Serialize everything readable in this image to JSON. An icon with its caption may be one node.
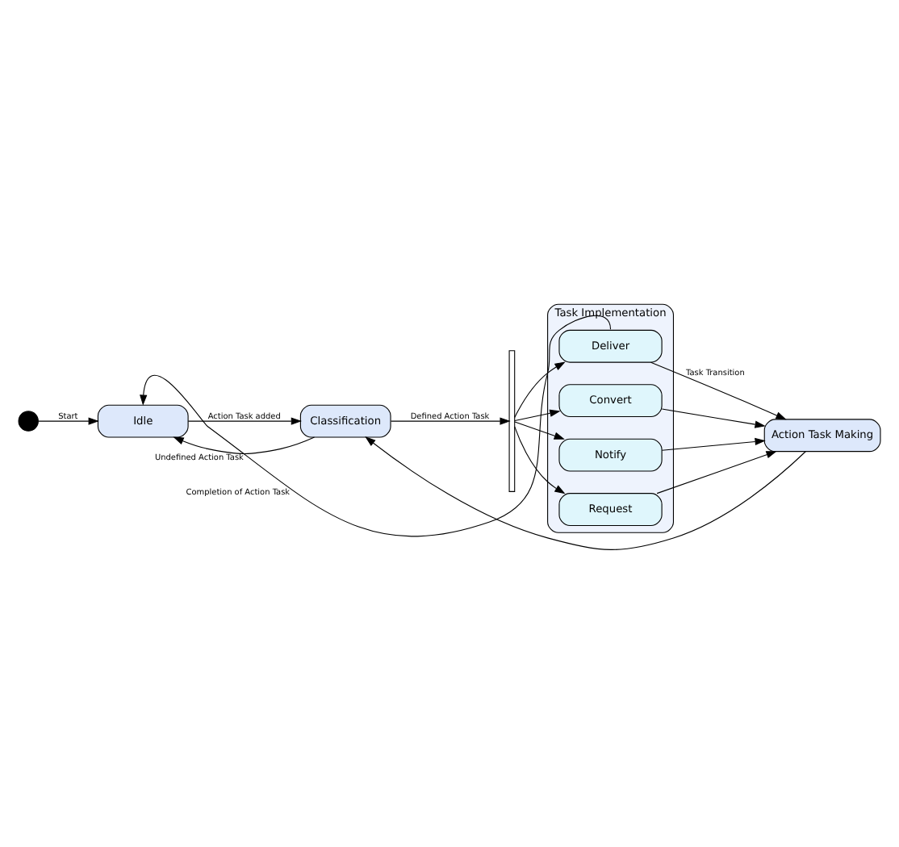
{
  "diagram": {
    "nodes": [
      {
        "text": [],
        "shape": "circle"
      },
      {
        "text": [
          "Idle"
        ]
      },
      {
        "text": [
          "Task Implementation"
        ]
      },
      {
        "text": [
          "Deliver"
        ],
        "in": 2
      },
      {
        "text": [
          "Convert"
        ],
        "in": 2
      },
      {
        "text": [
          "Notify"
        ],
        "in": 2
      },
      {
        "text": [
          "Request"
        ],
        "in": 2
      },
      {
        "text": [
          "Classification"
        ]
      },
      {
        "text": [],
        "shape": "bar"
      },
      {
        "text": [
          "Action Task Making"
        ]
      }
    ],
    "edges": [
      {
        "from": 0,
        "to": 1,
        "arrow": "to",
        "label": "Start"
      },
      {
        "from": 7,
        "to": 1,
        "arrow": "to",
        "label": "Undefined Action Task"
      },
      {
        "from": 1,
        "to": 7,
        "arrow": "to",
        "label": "Action Task added"
      },
      {
        "from": 3,
        "to": 1,
        "arrow": "to",
        "label": "Completion of Action Task"
      },
      {
        "from": 7,
        "to": 8,
        "arrow": "to",
        "label": "Defined Action Task"
      },
      {
        "from": 8,
        "to": 3,
        "arrow": "to"
      },
      {
        "from": 8,
        "to": 4,
        "arrow": "to"
      },
      {
        "from": 8,
        "to": 5,
        "arrow": "to"
      },
      {
        "from": 8,
        "to": 6,
        "arrow": "to"
      },
      {
        "from": 3,
        "to": 9,
        "arrow": "to",
        "label": "Task Transition"
      },
      {
        "from": 4,
        "to": 9,
        "arrow": "to"
      },
      {
        "from": 5,
        "to": 9,
        "arrow": "to"
      },
      {
        "from": 6,
        "to": 9,
        "arrow": "to"
      },
      {
        "from": 9,
        "to": 7,
        "arrow": "to"
      }
    ]
  }
}
